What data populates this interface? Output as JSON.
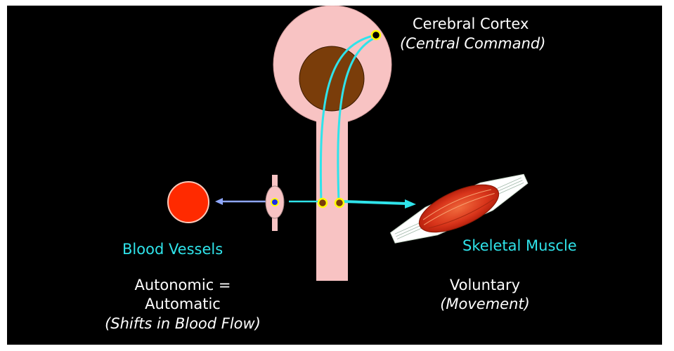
{
  "labels": {
    "cortex_title": "Cerebral Cortex",
    "cortex_subtitle": "(Central Command)",
    "blood_vessels": "Blood Vessels",
    "skeletal_muscle": "Skeletal Muscle",
    "autonomic_line1": "Autonomic =",
    "autonomic_line2": "Automatic",
    "autonomic_line3": "(Shifts in Blood Flow)",
    "voluntary_line1": "Voluntary",
    "voluntary_line2": "(Movement)"
  },
  "colors": {
    "background": "#000000",
    "brain_outer": "#f8c3c3",
    "brain_inner": "#7a3d0a",
    "nerve_path": "#2fe3ea",
    "neuron_ring": "#ffff00",
    "neuron_core": "#7a3d0a",
    "ganglion_core": "#1b2ee8",
    "vessel": "#ff2a00",
    "autonomic_arrow": "#8fa8ff",
    "muscle_arrow": "#2fe3ea",
    "muscle_red": "#e23a1a",
    "label_white": "#ffffff",
    "label_cyan": "#2fe3ea"
  }
}
